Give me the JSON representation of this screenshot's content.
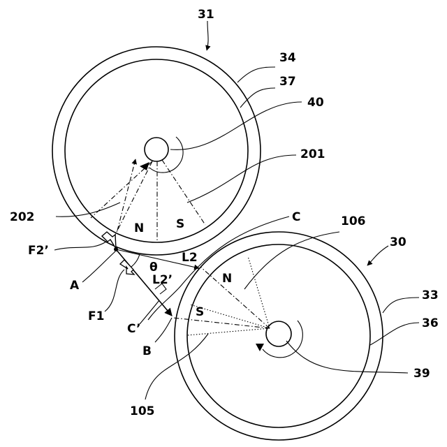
{
  "labels": {
    "n31": "31",
    "n34": "34",
    "n37": "37",
    "n40": "40",
    "n201": "201",
    "n202": "202",
    "n106": "106",
    "n30": "30",
    "n33": "33",
    "n36": "36",
    "n39": "39",
    "n105": "105",
    "C": "C",
    "Cp": "C’",
    "B": "B",
    "A": "A",
    "F1": "F1",
    "F2p": "F2’",
    "L2": "L2",
    "L2p": "L2’",
    "theta": "θ"
  },
  "poles": {
    "upper_N": "N",
    "upper_S": "S",
    "lower_N": "N",
    "lower_S": "S"
  }
}
